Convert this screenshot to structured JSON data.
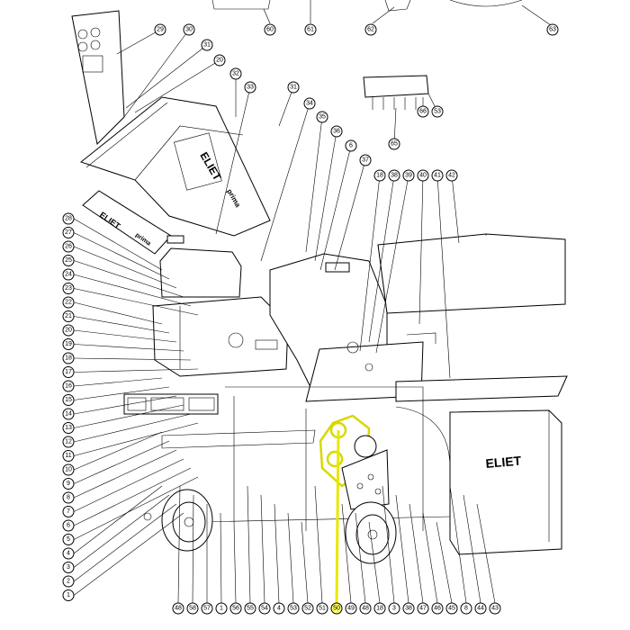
{
  "brand_text": "ELIET",
  "model_text": "prima",
  "highlighted_part": "50",
  "highlight_color": "#ffff00",
  "callouts_top": [
    "60",
    "61",
    "62",
    "63"
  ],
  "callouts_right_top": [
    "29",
    "30",
    "31",
    "20",
    "32",
    "33",
    "31",
    "34",
    "35",
    "36",
    "6",
    "37",
    "18",
    "38",
    "39",
    "40",
    "41",
    "42",
    "66",
    "53",
    "65"
  ],
  "callouts_left": [
    "28",
    "27",
    "26",
    "25",
    "24",
    "23",
    "22",
    "21",
    "20",
    "19",
    "18",
    "17",
    "16",
    "15",
    "14",
    "13",
    "12",
    "11",
    "10",
    "9",
    "8",
    "7",
    "6",
    "5",
    "4",
    "3",
    "2",
    "1"
  ],
  "callouts_bottom": [
    "48",
    "58",
    "57",
    "1",
    "56",
    "55",
    "54",
    "4",
    "53",
    "52",
    "51",
    "50",
    "49",
    "48",
    "18",
    "3",
    "38",
    "47",
    "46",
    "45",
    "8",
    "44",
    "43"
  ]
}
